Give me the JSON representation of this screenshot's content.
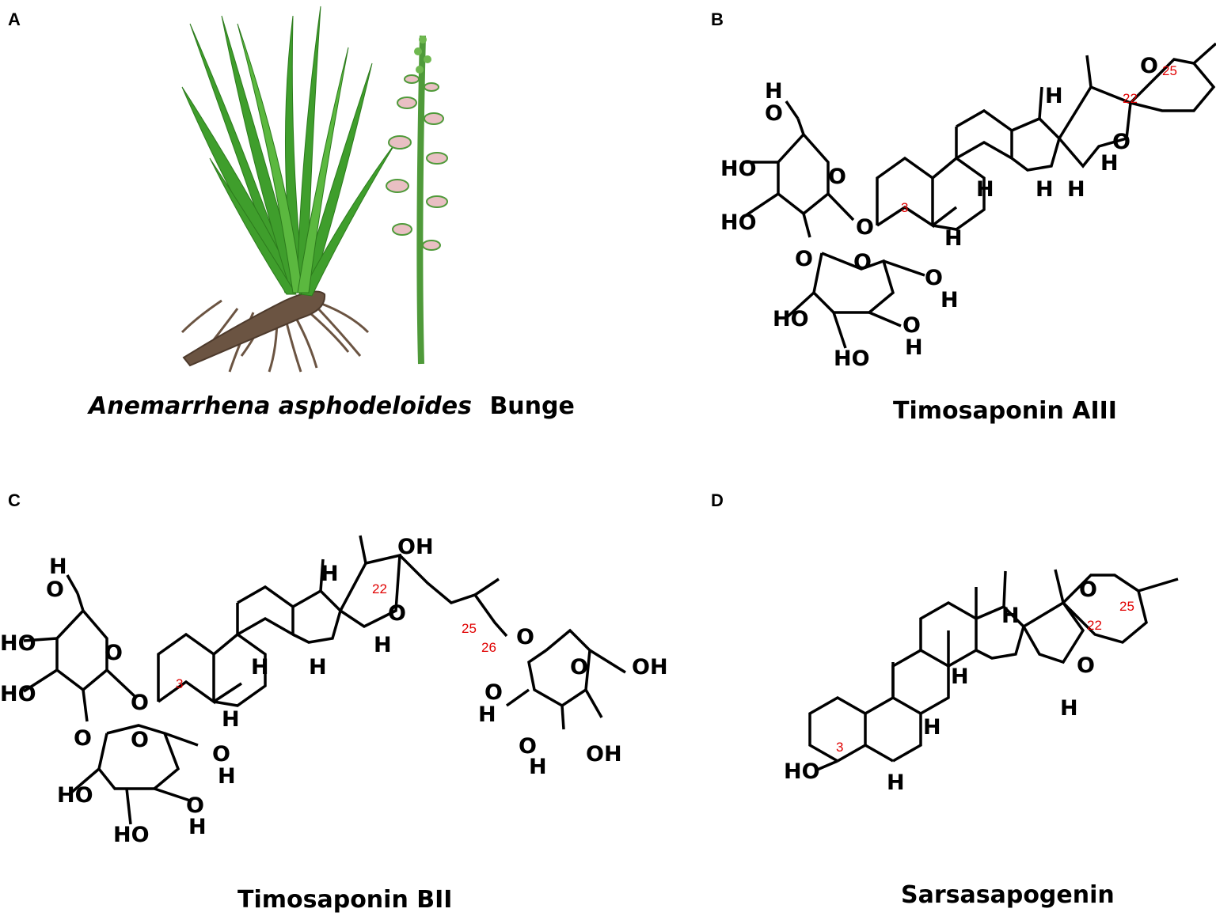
{
  "panels": [
    {
      "letter": "A",
      "caption_italic": "Anemarrhena asphodeloides",
      "caption_plain": "Bunge"
    },
    {
      "letter": "B",
      "caption": "Timosaponin AIII"
    },
    {
      "letter": "C",
      "caption": "Timosaponin BII"
    },
    {
      "letter": "D",
      "caption": "Sarsasapogenin"
    }
  ],
  "atoms": {
    "oxygen": "O",
    "hydrogen": "H",
    "hydroxyl": "OH",
    "hydroxyl_alt": "HO"
  },
  "carbon_numbers": {
    "c3": "3",
    "c22": "22",
    "c25": "25",
    "c26": "26"
  },
  "colors": {
    "numbering": "#e00000",
    "leaf": "#3f9e2c",
    "root": "#6b5442"
  }
}
